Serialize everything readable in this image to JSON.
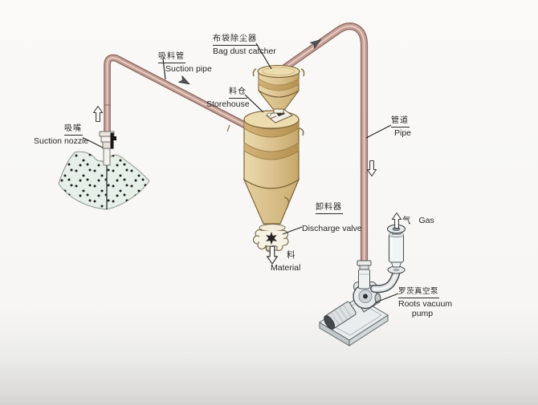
{
  "labels": {
    "suction_nozzle": {
      "zh": "吸嘴",
      "en": "Suction nozzle"
    },
    "suction_pipe": {
      "zh": "吸料管",
      "en": "Suction pipe"
    },
    "bag_dust_catcher": {
      "zh": "布袋除尘器",
      "en": "Bag dust catcher"
    },
    "storehouse": {
      "zh": "料仓",
      "en": "Storehouse"
    },
    "pipe": {
      "zh": "管道",
      "en": "Pipe"
    },
    "discharge_valve": {
      "zh": "卸料器",
      "en": "Discharge valve"
    },
    "material": {
      "zh": "料",
      "en": "Material"
    },
    "gas": {
      "zh": "气",
      "en": "Gas"
    },
    "roots_vacuum_pump": {
      "zh": "罗茨真空泵",
      "en_line1": "Roots vacuum",
      "en_line2": "pump"
    }
  },
  "colors": {
    "pipe": "#c69e95",
    "pipe_outline": "#8d6a60",
    "pipe_highlight": "#ead6cd",
    "vessel": "#dcc390",
    "vessel_band": "#c2a164",
    "vessel_outline": "#7d6336",
    "material_pile": "#e6f0e8",
    "equipment_gray": "#e9eced",
    "equipment_outline": "#4c5254",
    "label_text": "#262626",
    "background": "#f7f6f4"
  }
}
